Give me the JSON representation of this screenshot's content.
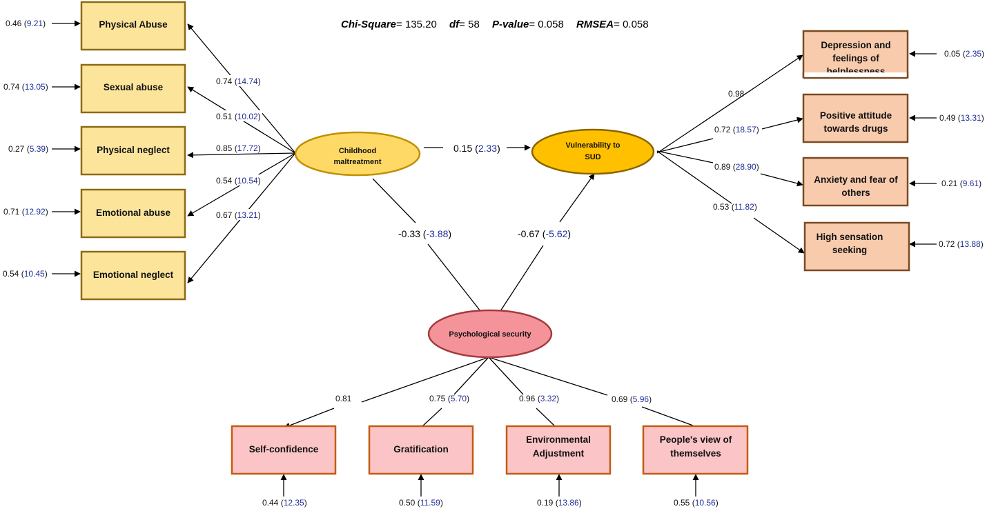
{
  "fit_stats": {
    "chi_label": "Chi-Square",
    "chi_value": "= 135.20",
    "df_label": "df",
    "df_value": "= 58",
    "p_label": "P-value",
    "p_value": "= 0.058",
    "rmsea_label": "RMSEA",
    "rmsea_value": "= 0.058"
  },
  "latent": {
    "childhood": {
      "line1": "Childhood",
      "line2": "maltreatment"
    },
    "vulnerability": {
      "line1": "Vulnerability to",
      "line2": "SUD"
    },
    "security": {
      "line1": "Psychological security"
    }
  },
  "childhood_indicators": [
    {
      "label": "Physical Abuse",
      "error": "0.46",
      "error_t": "9.21",
      "loading": "0.74",
      "loading_t": "14.74"
    },
    {
      "label": "Sexual abuse",
      "error": "0.74",
      "error_t": "13.05",
      "loading": "0.51",
      "loading_t": "10.02"
    },
    {
      "label": "Physical neglect",
      "error": "0.27",
      "error_t": "5.39",
      "loading": "0.85",
      "loading_t": "17.72"
    },
    {
      "label": "Emotional abuse",
      "error": "0.71",
      "error_t": "12.92",
      "loading": "0.54",
      "loading_t": "10.54"
    },
    {
      "label": "Emotional neglect",
      "error": "0.54",
      "error_t": "10.45",
      "loading": "0.67",
      "loading_t": "13.21"
    }
  ],
  "vulnerability_indicators": [
    {
      "line1": "Depression and",
      "line2": "feelings of",
      "line3": "helplessness",
      "error": "0.05",
      "error_t": "2.35",
      "loading": "0.98",
      "loading_t": ""
    },
    {
      "line1": "Positive attitude",
      "line2": "towards drugs",
      "error": "0.49",
      "error_t": "13.31",
      "loading": "0.72",
      "loading_t": "18.57"
    },
    {
      "line1": "Anxiety and fear of",
      "line2": "others",
      "error": "0.21",
      "error_t": "9.61",
      "loading": "0.89",
      "loading_t": "28.90"
    },
    {
      "line1": "High sensation",
      "line2": "seeking",
      "error": "0.72",
      "error_t": "13.88",
      "loading": "0.53",
      "loading_t": "11.82"
    }
  ],
  "security_indicators": [
    {
      "line1": "Self-confidence",
      "error": "0.44",
      "error_t": "12.35",
      "loading": "0.81",
      "loading_t": ""
    },
    {
      "line1": "Gratification",
      "error": "0.50",
      "error_t": "11.59",
      "loading": "0.75",
      "loading_t": "5.70"
    },
    {
      "line1": "Environmental",
      "line2": "Adjustment",
      "error": "0.19",
      "error_t": "13.86",
      "loading": "0.96",
      "loading_t": "3.32"
    },
    {
      "line1": "People's view of",
      "line2": "themselves",
      "error": "0.55",
      "error_t": "10.56",
      "loading": "0.69",
      "loading_t": "5.96"
    }
  ],
  "structural_paths": {
    "childhood_to_vulnerability": {
      "value": "0.15",
      "t": "2.33"
    },
    "security_to_childhood": {
      "value": "-0.33",
      "t": "-3.88"
    },
    "security_to_vulnerability": {
      "value": "-0.67",
      "t": "-5.62"
    }
  },
  "colors": {
    "childhood_box_fill": "#fce59b",
    "childhood_box_border": "#8c6a14",
    "childhood_ellipse_fill": "#ffd966",
    "childhood_ellipse_border": "#bf9000",
    "vulnerability_ellipse_fill": "#ffc000",
    "vulnerability_box_fill": "#f8cbad",
    "vulnerability_box_border": "#7a4a21",
    "security_ellipse_fill": "#f4949a",
    "security_ellipse_border": "#a33b3f",
    "security_box_fill": "#fbc4c6",
    "security_box_border": "#c55a11",
    "t_value_text": "#1f2f9a"
  }
}
